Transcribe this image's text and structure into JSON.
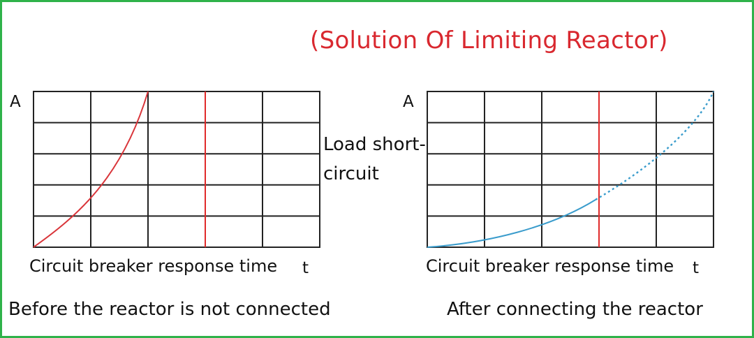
{
  "title": "(Solution Of Limiting Reactor)",
  "middle_label_line1": "Load short-",
  "middle_label_line2": "circuit",
  "left_panel": {
    "y_axis_label": "A",
    "x_axis_label": "Circuit breaker response time",
    "x_axis_symbol": "t",
    "caption": "Before the reactor is not connected",
    "curve_color": "#d9353a",
    "marker_color": "#e02a2a"
  },
  "right_panel": {
    "y_axis_label": "A",
    "x_axis_label": "Circuit breaker response time",
    "x_axis_symbol": "t",
    "caption": "After connecting the reactor",
    "curve_color": "#3a9ccc",
    "marker_color": "#e02a2a"
  },
  "colors": {
    "frame": "#2fb24a",
    "title": "#d9282f",
    "grid": "#222222"
  }
}
